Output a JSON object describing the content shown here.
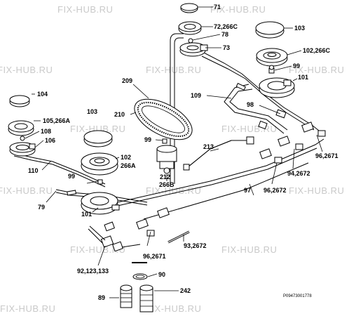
{
  "watermark": "FIX-HUB.RU",
  "drawing_code": "P09473001778",
  "labels": {
    "l71": "71",
    "l72": "72,266C",
    "l78": "78",
    "l73": "73",
    "l103a": "103",
    "l102b": "102,266C",
    "l99a": "99",
    "l101a": "101",
    "l104": "104",
    "l209": "209",
    "l109": "109",
    "l98": "98",
    "l103b": "103",
    "l105": "105,266A",
    "l210": "210",
    "l108": "108",
    "l106": "106",
    "l99b": "99",
    "l213": "213",
    "l96a": "96,2671",
    "l102a": "102",
    "l266a": "266A",
    "l110": "110",
    "l212": "212",
    "l266b": "266B",
    "l94": "94,2672",
    "l99c": "99",
    "l97": "97",
    "l96b": "96,2672",
    "l79": "79",
    "l101b": "101",
    "l96c": "96,2671",
    "l93": "93,2672",
    "l92": "92,123,133",
    "l90": "90",
    "l89": "89",
    "l242": "242"
  }
}
